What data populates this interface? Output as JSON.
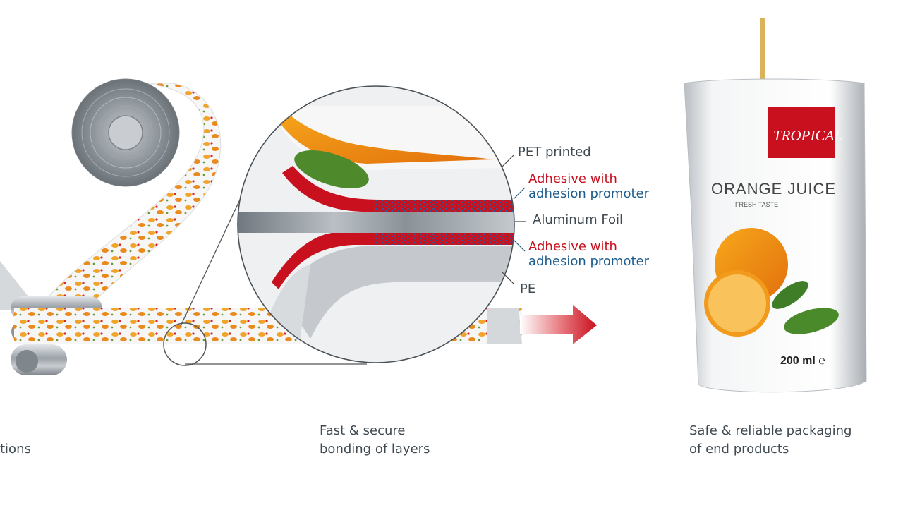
{
  "layers": {
    "pet": "PET printed",
    "adhesive_top_1": "Adhesive with",
    "adhesive_top_2": "adhesion promoter",
    "foil": "Aluminum Foil",
    "adhesive_bottom_1": "Adhesive with",
    "adhesive_bottom_2": "adhesion promoter",
    "pe": "PE"
  },
  "captions": {
    "left_partial": "tions",
    "middle_line1": "Fast & secure",
    "middle_line2": "bonding of layers",
    "right_line1": "Safe & reliable packaging",
    "right_line2": "of end products"
  },
  "pouch": {
    "brand": "TROPICAL",
    "product": "ORANGE JUICE",
    "tagline": "FRESH TASTE",
    "volume": "200 ml",
    "volume_mark": "℮"
  },
  "colors": {
    "adhesive_red": "#c8101e",
    "promoter_blue": "#1d5c8c",
    "label_grey": "#3f4a52"
  }
}
